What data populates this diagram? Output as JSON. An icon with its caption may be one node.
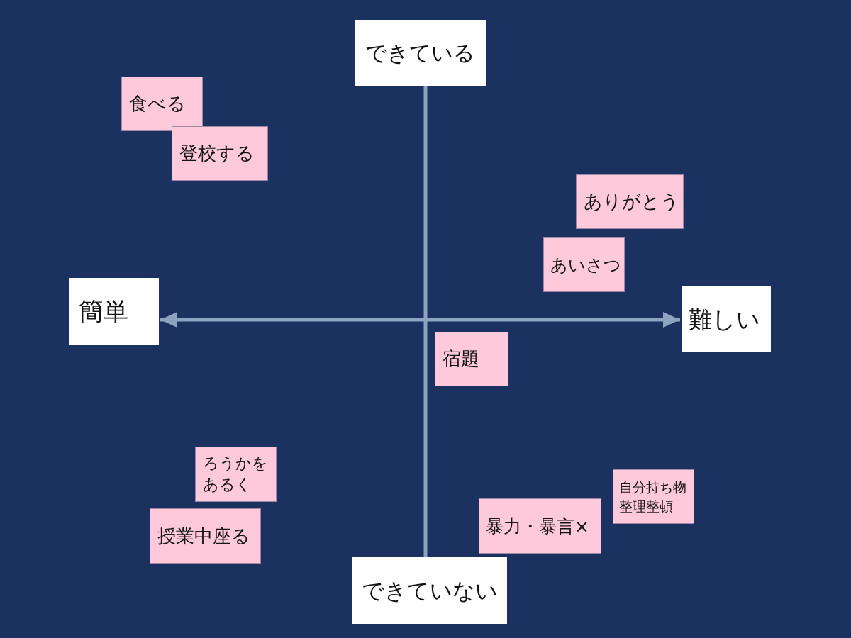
{
  "diagram": {
    "nodes": [
      {
        "text": [
          "できている"
        ]
      },
      {
        "text": [
          "食べる"
        ]
      },
      {
        "text": [
          "登校する"
        ]
      },
      {
        "text": [
          "ありがとう"
        ]
      },
      {
        "text": [
          "あいさつ"
        ]
      },
      {
        "text": [
          "簡単"
        ]
      },
      {
        "text": [
          "難しい"
        ]
      },
      {
        "text": [
          "宿題"
        ]
      },
      {
        "text": [
          "ろうかをあるく"
        ]
      },
      {
        "text": [
          "自分持ち物整理整頓"
        ]
      },
      {
        "text": [
          "暴力・暴言×"
        ]
      },
      {
        "text": [
          "授業中座る"
        ]
      },
      {
        "text": [
          "できていない"
        ]
      }
    ],
    "edges": [
      {
        "from": 0,
        "to": 12,
        "arrow": "none"
      },
      {
        "from": 5,
        "to": 6,
        "arrow": "both"
      }
    ]
  }
}
